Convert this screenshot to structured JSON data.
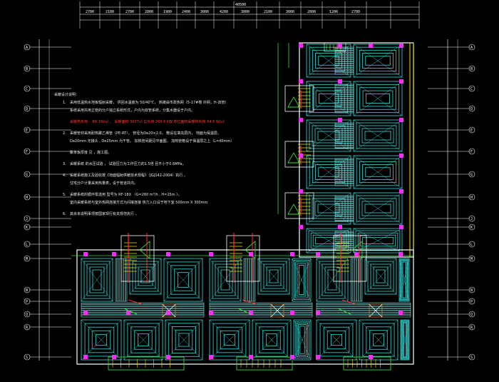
{
  "drawing": {
    "background": "#000000",
    "colors": {
      "wall": "#ffffff",
      "heating_coil": "#2ec4c4",
      "heating_coil_light": "#7fe6e6",
      "manifold": "#ff2aff",
      "pipe_green": "#38d838",
      "pipe_red": "#ff3030",
      "stair_yellow": "#f0e000",
      "dim_line": "#ffffff",
      "grid_circle": "#ffffff",
      "equipment_orange": "#c07020"
    },
    "top_dimension_labels": [
      "2700",
      "2100",
      "2700",
      "2000",
      "1900",
      "2400",
      "3000",
      "4200",
      "3000",
      "2100",
      "3000",
      "2000",
      "1200",
      "2700"
    ],
    "top_total_label": "40500",
    "left_axis_labels": [
      "A",
      "B",
      "C",
      "D",
      "E",
      "F",
      "G",
      "H",
      "J",
      "K",
      "L",
      "M",
      "N",
      "P",
      "Q",
      "R",
      "S"
    ],
    "right_axis_labels": [
      "A",
      "B",
      "C",
      "D",
      "E",
      "F",
      "G",
      "H",
      "J",
      "K",
      "L",
      "M",
      "N",
      "P",
      "Q",
      "R",
      "S"
    ],
    "notes": {
      "heading": "采暖设计说明：",
      "items": [
        {
          "num": "1.",
          "text": "采用低温热水地板辐射采暖，    供回水温度为 50/40℃，    热媒由市政热网（5-17#楼 外网，H-双管）",
          "sub": "系统采用共用立管的分户独立系统形式，户内为双管系统，分集水器设于户内。"
        },
        {
          "num": "",
          "text": "采暖热负荷：   89.1W/㎡ ，  采暖面积   3027㎡    总负荷    269.6 KW    单位面积采暖热负荷   64.6 W/㎡",
          "sub": ""
        },
        {
          "num": "2.",
          "text": "采暖管材采用耐热聚乙烯管（PE-RT），    管径为De20×2.0， 敷设在填充层内， 地面为保温层。",
          "sub": "De20mm 无接头 , De25mm 为干管。  加热管间距见平面图，     加热管敷设于保温层之上（L=40mm）"
        },
        {
          "num": "",
          "text": "聚苯板厚度  见  ，施工图。",
          "sub": ""
        },
        {
          "num": "3.",
          "text": "采暖系统  的水压试验   ，    试验压力为工作压力的1.5倍    且不小于0.6MPa，",
          "sub": ""
        },
        {
          "num": "4.",
          "text": "采暖系统施工及验收按《地面辐射供暖技术规程》（JGJ142-2004）执行  。",
          "sub": "住宅分户计量采用热量表，设于管道井内。"
        },
        {
          "num": "5.",
          "text": "采暖系统的循环泵选用    型号为  RF-18X （G=260 m³/h , H=25m ）。",
          "sub": "室内采暖系统与室外热网连接方式为间接连接    热力入口设于地下室    500mm X 300mm"
        },
        {
          "num": "6.",
          "text": "其余未说明事项按国家现行有关规范执行   。",
          "sub": ""
        }
      ]
    }
  }
}
